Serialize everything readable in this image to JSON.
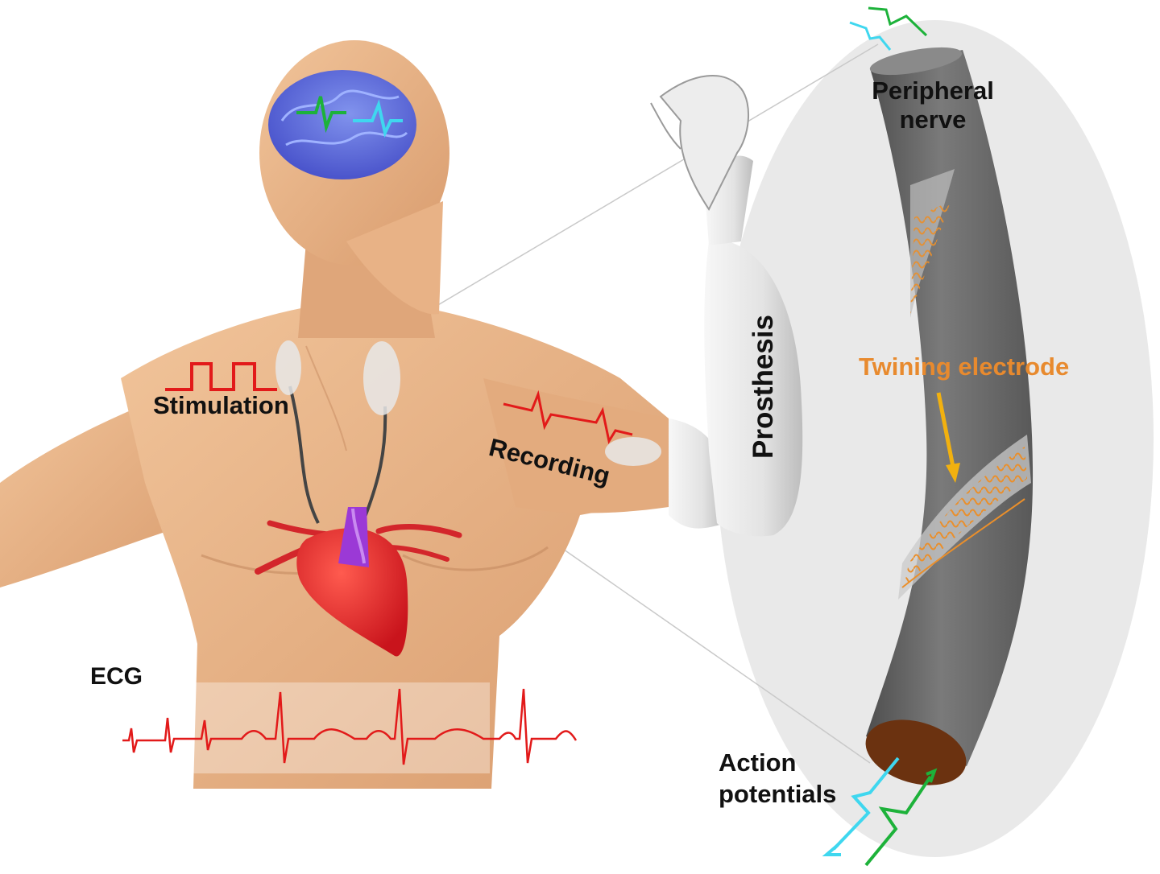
{
  "labels": {
    "stimulation": "Stimulation",
    "recording": "Recording",
    "prosthesis": "Prosthesis",
    "ecg": "ECG",
    "peripheral_nerve_line1": "Peripheral",
    "peripheral_nerve_line2": "nerve",
    "twining_electrode": "Twining electrode",
    "action_potentials_line1": "Action",
    "action_potentials_line2": "potentials"
  },
  "colors": {
    "skin": "#e9b487",
    "skin_shadow": "#c98d63",
    "brain": "#4f6df0",
    "signal_red": "#e21a1a",
    "signal_green": "#1db23a",
    "signal_cyan": "#3fd7ef",
    "heart": "#e4242a",
    "aorta": "#9b39d6",
    "prosthesis": "#e6e6e6",
    "nerve": "#6e6e6e",
    "nerve_end": "#6b3210",
    "electrode": "#ea8f2b",
    "label_orange": "#e88a2e",
    "arrow": "#f2b10f",
    "zoom_ellipse": "#e9e9e9",
    "text": "#111111"
  },
  "icons": [
    "brain-icon",
    "heart-icon",
    "prosthetic-arm-icon",
    "peripheral-nerve-icon",
    "electrode-pad-icon"
  ]
}
